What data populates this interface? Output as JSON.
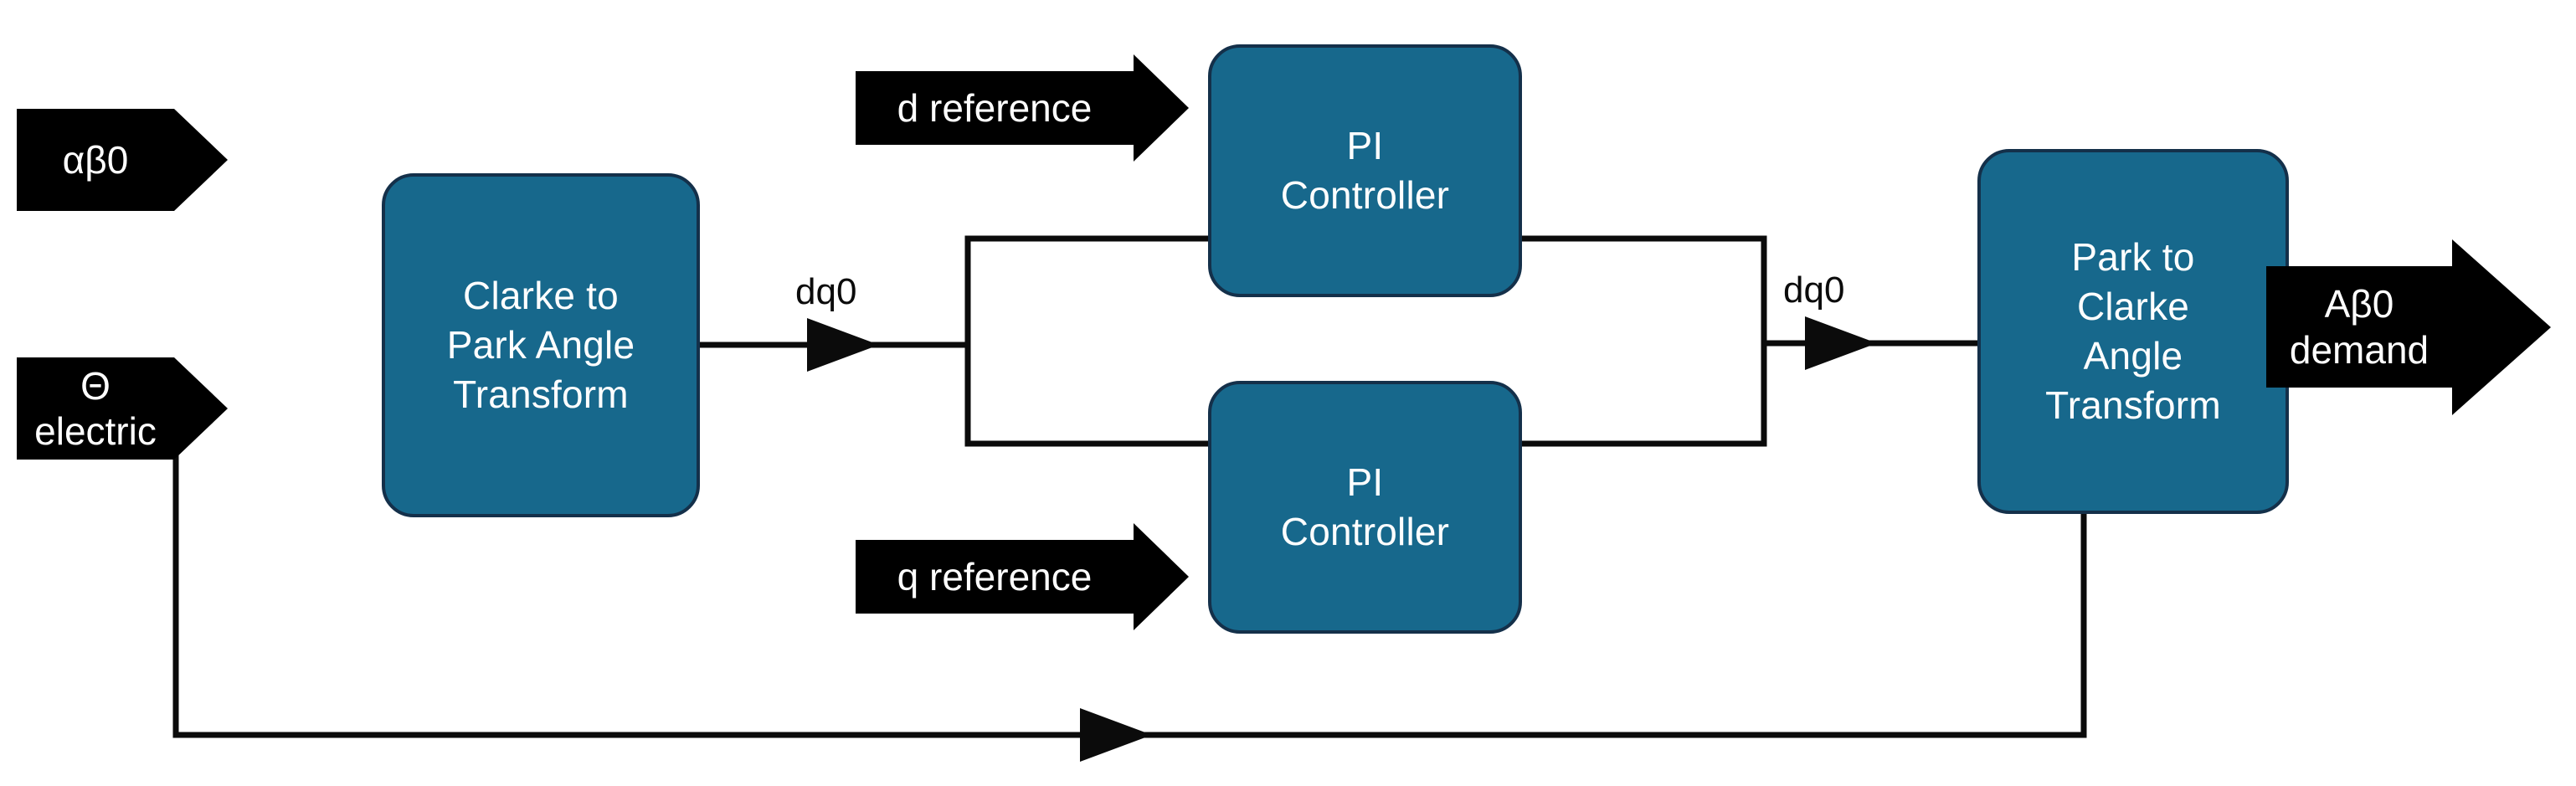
{
  "diagram": {
    "title": "Field Oriented Control dq0 transform block diagram",
    "background": "#ffffff",
    "block_fill": "#17688c",
    "block_border": "#14304a",
    "block_text": "#ffffff",
    "arrow_fill": "#000000",
    "wire_color": "#0b0b0b"
  },
  "blocks": {
    "clarke_to_park": {
      "label": "Clarke to\nPark Angle\nTransform"
    },
    "pi_top": {
      "label": "PI\nController"
    },
    "pi_bottom": {
      "label": "PI\nController"
    },
    "park_to_clarke": {
      "label": "Park to\nClarke\nAngle\nTransform"
    }
  },
  "banner_arrows": {
    "alpha_beta_0_input": {
      "label": "αβ0"
    },
    "theta_electric_input": {
      "label": "Θ electric"
    },
    "d_reference": {
      "label": "d reference"
    },
    "q_reference": {
      "label": "q reference"
    },
    "a_beta_0_demand": {
      "label": "Aβ0\ndemand"
    }
  },
  "wire_labels": {
    "dq0_left": "dq0",
    "dq0_right": "dq0"
  }
}
